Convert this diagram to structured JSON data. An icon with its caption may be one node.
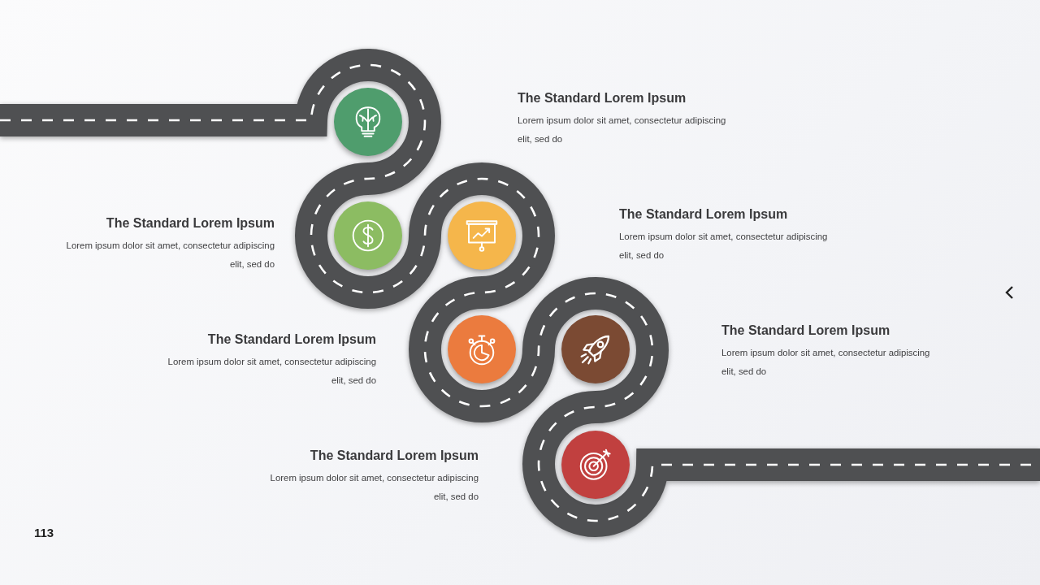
{
  "diagram": {
    "nodes": [
      {
        "text": [],
        "shape": "circle",
        "beside": [
          "The Standard Lorem Ipsum",
          "Lorem ipsum dolor sit amet, consectetur adipiscing elit, sed do"
        ]
      },
      {
        "text": [],
        "shape": "circle",
        "beside": [
          "The Standard Lorem Ipsum",
          "Lorem ipsum dolor sit amet, consectetur adipiscing elit, sed do"
        ]
      },
      {
        "text": [],
        "shape": "circle",
        "beside": [
          "The Standard Lorem Ipsum",
          "Lorem ipsum dolor sit amet, consectetur adipiscing elit, sed do"
        ]
      },
      {
        "text": [],
        "shape": "circle",
        "beside": [
          "The Standard Lorem Ipsum",
          "Lorem ipsum dolor sit amet, consectetur adipiscing elit, sed do"
        ]
      },
      {
        "text": [],
        "shape": "circle",
        "beside": [
          "The Standard Lorem Ipsum",
          "Lorem ipsum dolor sit amet, consectetur adipiscing elit, sed do"
        ]
      },
      {
        "text": [],
        "shape": "circle",
        "beside": [
          "The Standard Lorem Ipsum",
          "Lorem ipsum dolor sit amet, consectetur adipiscing elit, sed do"
        ]
      }
    ],
    "labels": [
      "113"
    ]
  }
}
